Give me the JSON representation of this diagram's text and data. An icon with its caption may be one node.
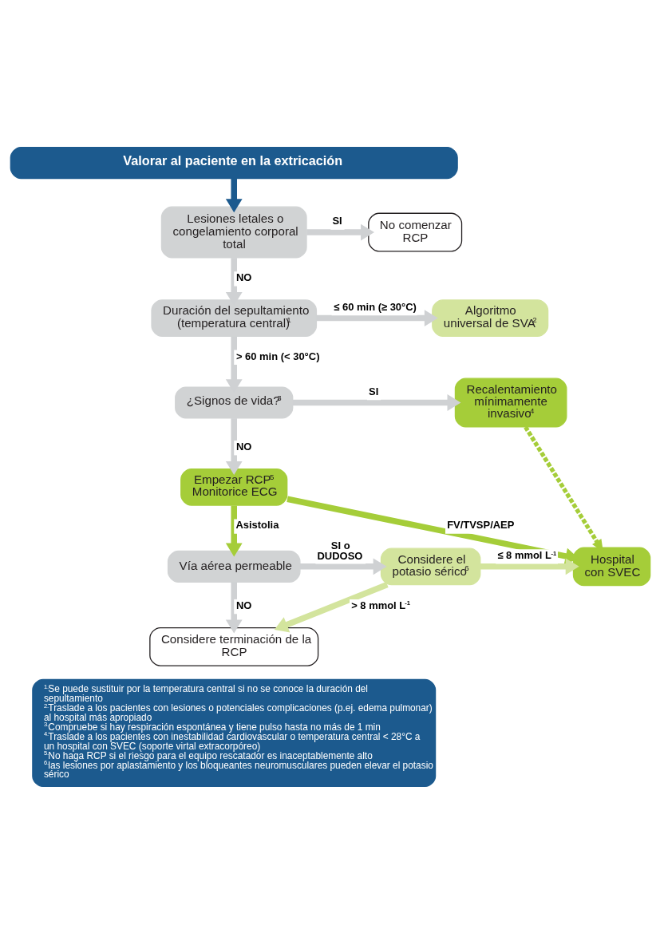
{
  "diagram": {
    "nodes": [
      {
        "text": [
          "Valorar al paciente en la extricación"
        ]
      },
      {
        "text": [
          "Lesiones letales o congelamiento corporal total"
        ]
      },
      {
        "text": [
          "No comenzar RCP"
        ]
      },
      {
        "text": [
          "Duración del sepultamiento (temperatura central)$^{1}$"
        ]
      },
      {
        "text": [
          "Algoritmo universal de SVA$^{2}$"
        ]
      },
      {
        "text": [
          "¿Signos de vida?$^{3}$"
        ]
      },
      {
        "text": [
          "Recalentamiento mínimamente invasivo$^{4}$"
        ]
      },
      {
        "text": [
          "Empezar RCP$^{5}$",
          "Monitorice ECG"
        ]
      },
      {
        "text": [
          "Hospital con SVEC"
        ]
      },
      {
        "text": [
          "Vía aérea permeable"
        ]
      },
      {
        "text": [
          "Considere el potasio sérico$^{6}$"
        ]
      },
      {
        "text": [
          "Considere terminación de la RCP"
        ]
      },
      {
        "text": [
          "$^{1.}$Se puede sustituir por la temperatura central si no se conoce la duración del sepultamiento",
          "$^{2.}$Traslade a los pacientes con lesiones o potenciales complicaciones (p.ej. edema pulmonar) al hospital más apropiado",
          "$^{3.}$Compruebe si hay respiración espontánea y tiene pulso hasta no más de 1 min",
          "$^{4.}$Traslade a los pacientes con inestabilidad cardiovascular o temperatura central < 28°C a un hospital con SVEC (soporte virtal extracorpóreo)",
          "$^{5.}$No haga RCP si el riesgo para el equipo rescatador es inaceptablemente alto",
          "$^{6.}$las lesiones por aplastamiento y los bloqueantes neuromusculares pueden elevar el potasio sérico"
        ]
      }
    ],
    "edges": [
      {
        "from": 0,
        "to": 1,
        "arrow": "to",
        "color": "#1c5a8e"
      },
      {
        "from": 1,
        "to": 2,
        "arrow": "to",
        "label": "SI"
      },
      {
        "from": 1,
        "to": 3,
        "arrow": "to",
        "label": "NO"
      },
      {
        "from": 3,
        "to": 4,
        "arrow": "to",
        "label": "≤ 60 min (≥ 30°C)"
      },
      {
        "from": 3,
        "to": 5,
        "arrow": "to",
        "label": "> 60 min (< 30°C)"
      },
      {
        "from": 5,
        "to": 6,
        "arrow": "to",
        "label": "SI"
      },
      {
        "from": 5,
        "to": 7,
        "arrow": "to",
        "label": "NO"
      },
      {
        "from": 6,
        "to": 8,
        "arrow": "to",
        "style": "dashed",
        "color": "#a5cd39"
      },
      {
        "from": 7,
        "to": 8,
        "arrow": "to",
        "label": "FV/TVSP/AEP",
        "color": "#a5cd39"
      },
      {
        "from": 7,
        "to": 9,
        "arrow": "to",
        "label": "Asistolia",
        "color": "#a5cd39"
      },
      {
        "from": 9,
        "to": 10,
        "arrow": "to",
        "label": "SI o DUDOSO"
      },
      {
        "from": 9,
        "to": 11,
        "arrow": "to",
        "label": "NO"
      },
      {
        "from": 10,
        "to": 8,
        "arrow": "to",
        "label": "≤ 8 mmol L$^{-1}$",
        "color": "#d3e49d"
      },
      {
        "from": 10,
        "to": 11,
        "arrow": "to",
        "label": "> 8 mmol L$^{-1}$",
        "color": "#d3e49d"
      }
    ]
  }
}
